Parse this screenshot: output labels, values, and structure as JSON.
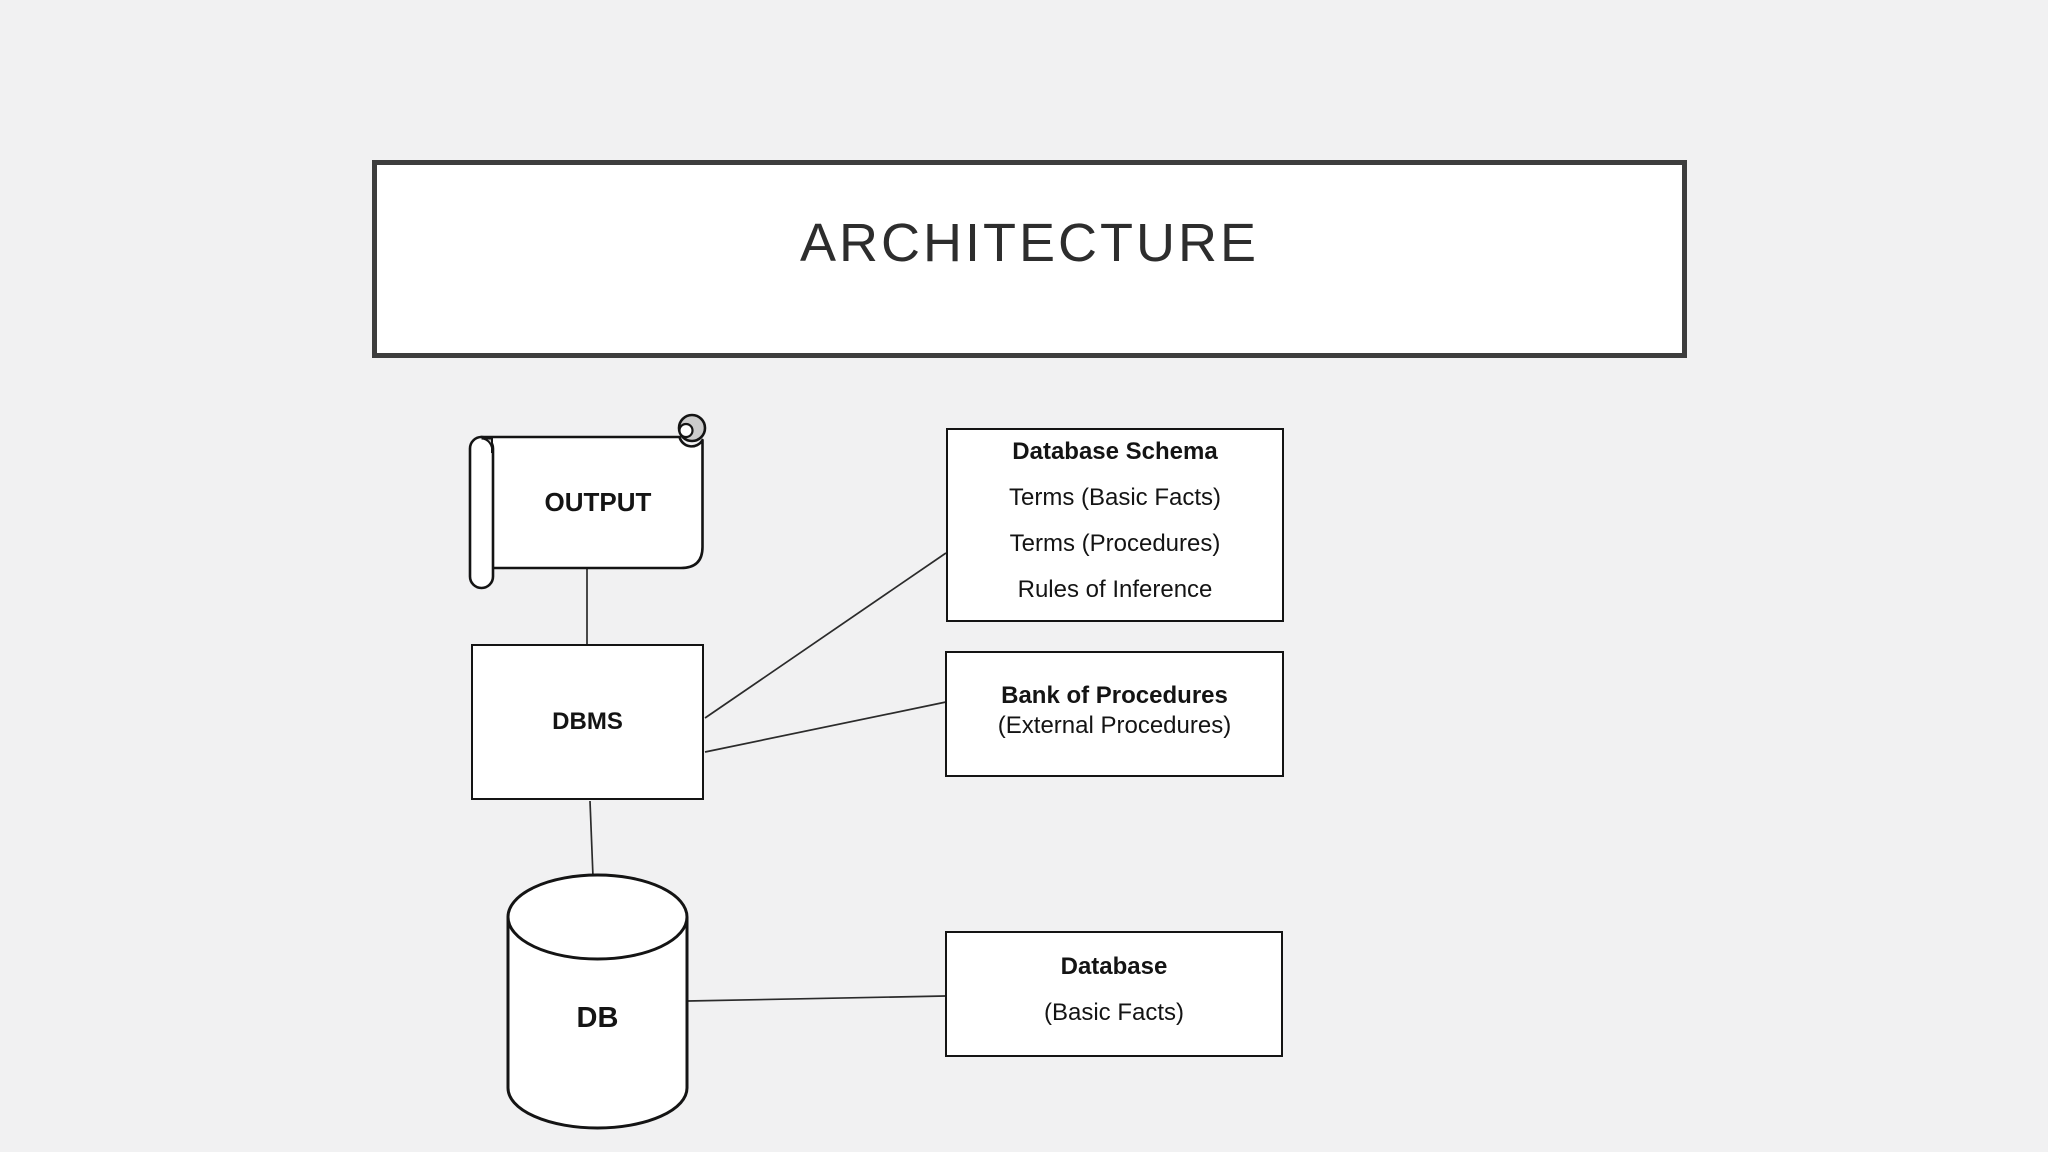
{
  "title": "ARCHITECTURE",
  "nodes": {
    "output": {
      "label": "OUTPUT",
      "shape": "scroll"
    },
    "dbms": {
      "label": "DBMS",
      "shape": "rectangle"
    },
    "db": {
      "label": "DB",
      "shape": "cylinder"
    },
    "database_schema": {
      "title": "Database Schema",
      "lines": [
        "Terms (Basic Facts)",
        "Terms (Procedures)",
        "Rules of Inference"
      ]
    },
    "bank_of_procedures": {
      "title": "Bank of Procedures",
      "lines": [
        "(External Procedures)"
      ]
    },
    "database": {
      "title": "Database",
      "lines": [
        "(Basic Facts)"
      ]
    }
  },
  "edges": [
    {
      "from": "OUTPUT",
      "to": "DBMS"
    },
    {
      "from": "DBMS",
      "to": "DB"
    },
    {
      "from": "DBMS",
      "to": "Database Schema"
    },
    {
      "from": "DBMS",
      "to": "Bank of Procedures"
    },
    {
      "from": "DB",
      "to": "Database"
    }
  ],
  "colors": {
    "background": "#f1f1f2",
    "shape_fill": "#ffffff",
    "shape_stroke": "#141414",
    "title_border": "#3d3d3d",
    "connector": "#2b2b2b",
    "scroll_curl_fill": "#cbcbcb",
    "text": "#1f1f1f"
  }
}
